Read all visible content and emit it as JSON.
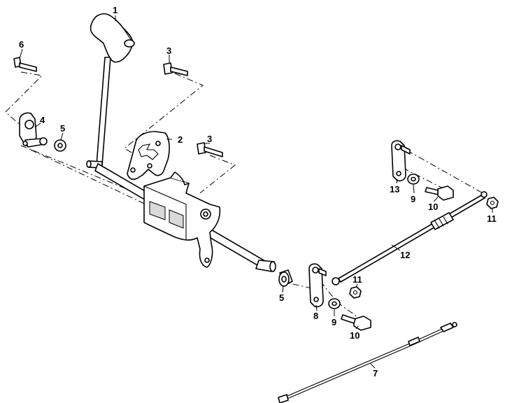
{
  "callouts": {
    "c1": "1",
    "c2": "2",
    "c3a": "3",
    "c3b": "3",
    "c4": "4",
    "c5a": "5",
    "c5b": "5",
    "c6": "6",
    "c7": "7",
    "c8": "8",
    "c9a": "9",
    "c9b": "9",
    "c10a": "10",
    "c10b": "10",
    "c11a": "11",
    "c11b": "11",
    "c12": "12",
    "c13": "13"
  }
}
